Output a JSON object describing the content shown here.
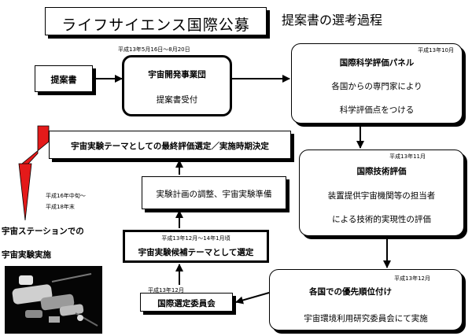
{
  "title": "ライフサイエンス国際公募",
  "subtitle": "提案書の選考過程",
  "nodes": {
    "proposal": {
      "label": "提案書"
    },
    "nasda": {
      "date": "平成13年5月16日～8月20日",
      "title": "宇宙開発事業団",
      "body": "提案書受付"
    },
    "science_panel": {
      "date": "平成13年10月",
      "title": "国際科学評価パネル",
      "line1": "各国からの専門家により",
      "line2": "科学評価点をつける"
    },
    "tech_eval": {
      "date": "平成13年11月",
      "title": "国際技術評価",
      "line1": "装置提供宇宙機関等の担当者",
      "line2": "による技術的実現性の評価"
    },
    "priority": {
      "date": "平成13年12月",
      "title": "各国での優先順位付け",
      "body": "宇宙環境利用研究委員会にて実施"
    },
    "selection_committee": {
      "date": "平成13年12月",
      "title": "国際選定委員会"
    },
    "candidate": {
      "date": "平成13年12月～14年1月頃",
      "title": "宇宙実験候補テーマとして選定"
    },
    "prep": {
      "label": "実験計画の調整、宇宙実験準備"
    },
    "final": {
      "label": "宇宙実験テーマとしての最終評価選定／実施時期決定"
    }
  },
  "side": {
    "date_line1": "平成16年中旬～",
    "date_line2": "平成18年末",
    "label_line1": "宇宙ステーションでの",
    "label_line2": "宇宙実験実施"
  },
  "colors": {
    "arrow_red": "#e41a1a",
    "arrow_black": "#000000"
  }
}
